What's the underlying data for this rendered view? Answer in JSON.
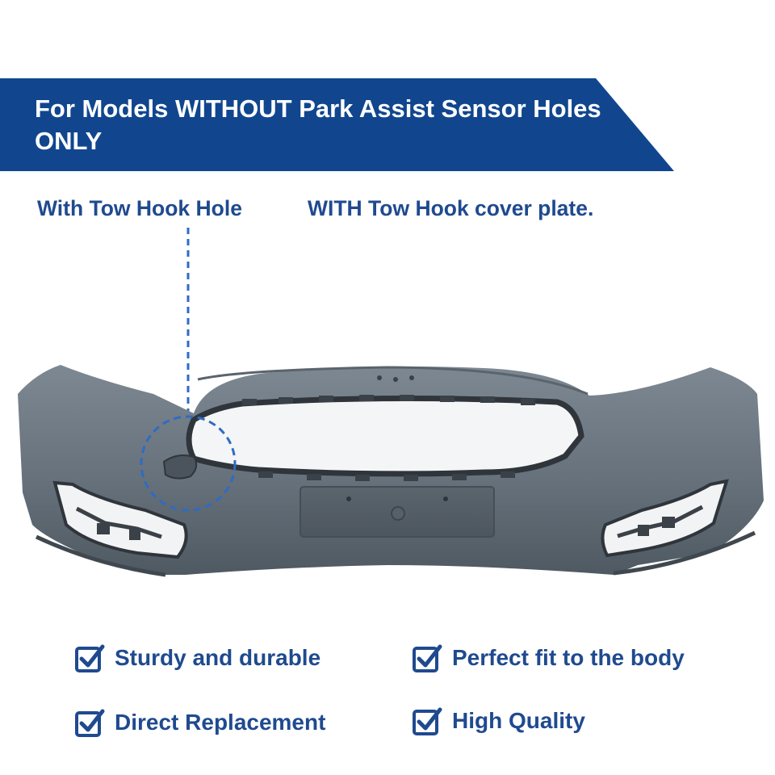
{
  "banner": {
    "title": "For Models WITHOUT Park Assist Sensor Holes ONLY",
    "color": "#11468f"
  },
  "callouts": {
    "left": "With Tow Hook Hole",
    "right": "WITH Tow Hook cover plate."
  },
  "features": [
    {
      "label": "Sturdy and durable",
      "icon": "checkbox-check-icon"
    },
    {
      "label": "Perfect fit to the body",
      "icon": "checkbox-check-icon"
    },
    {
      "label": "Direct Replacement",
      "icon": "checkbox-check-icon"
    },
    {
      "label": "High Quality",
      "icon": "checkbox-check-icon"
    }
  ],
  "colors": {
    "accent": "#1f4a8f",
    "bumper": "#6a7580",
    "highlight_circle": "#2f6bc4"
  }
}
